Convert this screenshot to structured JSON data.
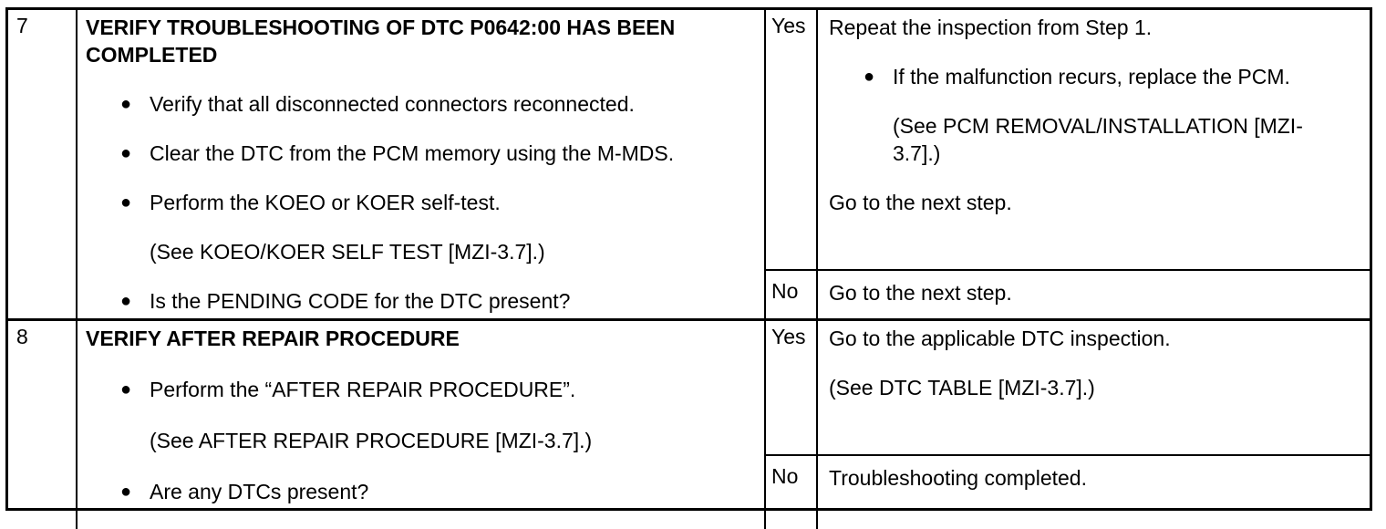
{
  "table": {
    "bullet_glyph": "●",
    "steps": [
      {
        "number": "7",
        "inspection": {
          "heading": "VERIFY TROUBLESHOOTING OF DTC P0642:00 HAS BEEN COMPLETED",
          "bullet_1": "Verify that all disconnected connectors reconnected.",
          "bullet_2": "Clear the DTC from the PCM memory using the M-MDS.",
          "bullet_3": "Perform the KOEO or KOER self-test.",
          "bullet_3_ref": "(See KOEO/KOER SELF TEST [MZI-3.7].)",
          "bullet_4": "Is the PENDING CODE for the DTC present?"
        },
        "yes": {
          "label": "Yes",
          "line_1": "Repeat the inspection from Step 1.",
          "bullet_1": "If the malfunction recurs, replace the PCM.",
          "bullet_1_ref": "(See PCM REMOVAL/INSTALLATION [MZI-3.7].)",
          "line_2": "Go to the next step."
        },
        "no": {
          "label": "No",
          "line_1": "Go to the next step."
        }
      },
      {
        "number": "8",
        "inspection": {
          "heading": "VERIFY AFTER REPAIR PROCEDURE",
          "bullet_1": "Perform the “AFTER REPAIR PROCEDURE”.",
          "bullet_1_ref": "(See AFTER REPAIR PROCEDURE [MZI-3.7].)",
          "bullet_2": "Are any DTCs present?"
        },
        "yes": {
          "label": "Yes",
          "line_1": "Go to the applicable DTC inspection.",
          "line_1_ref": "(See DTC TABLE [MZI-3.7].)"
        },
        "no": {
          "label": "No",
          "line_1": "Troubleshooting completed."
        }
      }
    ]
  }
}
